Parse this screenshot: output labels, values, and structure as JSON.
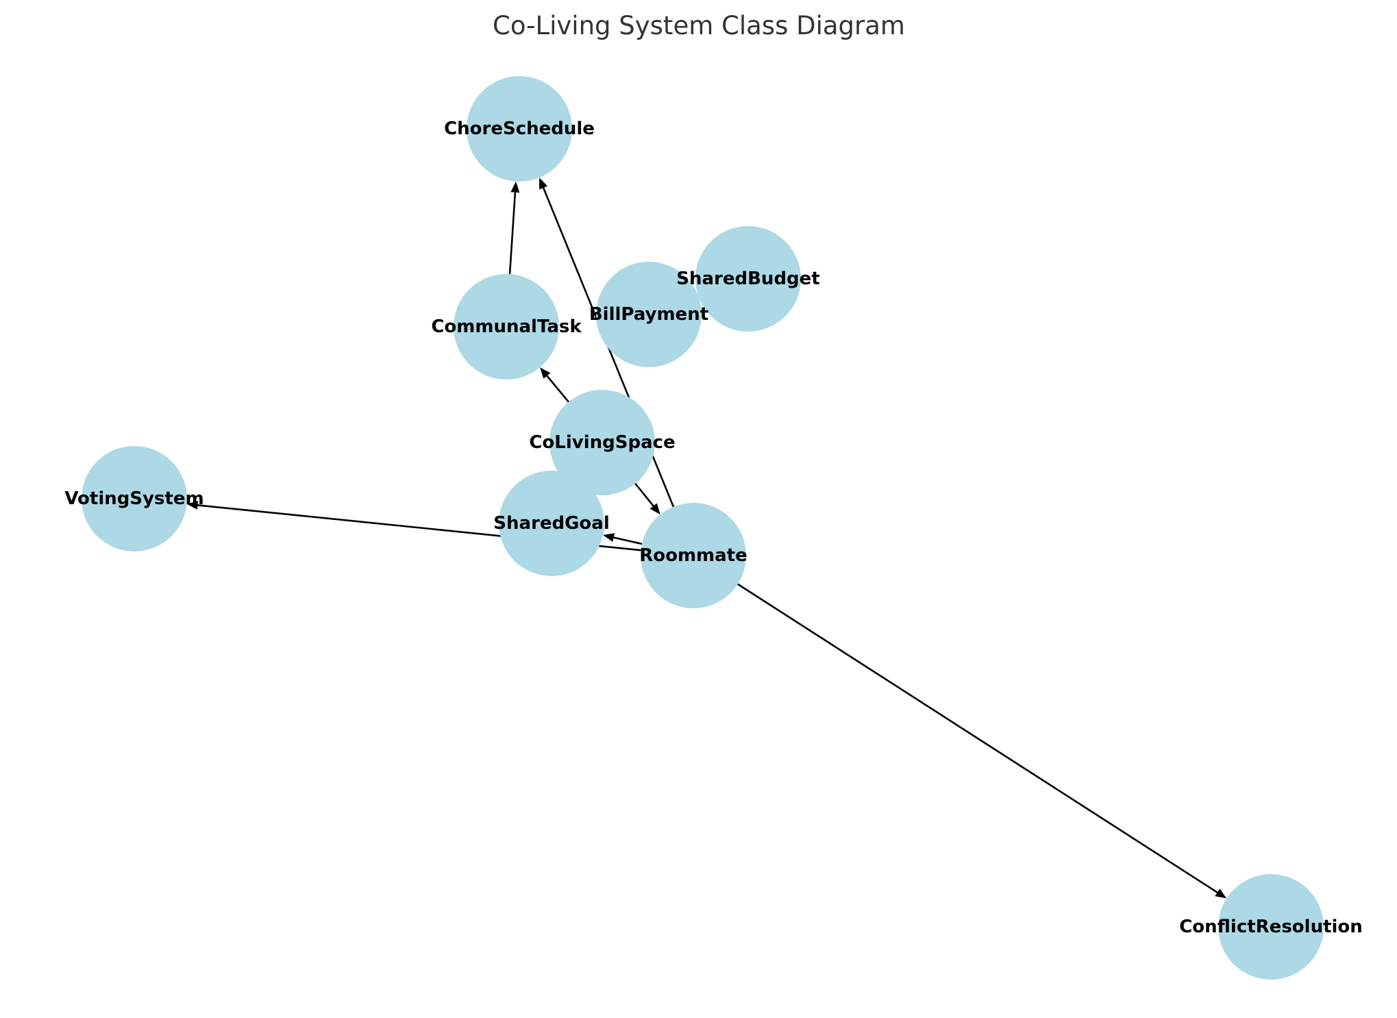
{
  "title": "Co-Living System Class Diagram",
  "colors": {
    "node_fill": "#add8e6",
    "edge": "#000000",
    "label": "#000000",
    "title": "#333333"
  },
  "nodes": [
    {
      "id": "ChoreSchedule",
      "label": "ChoreSchedule"
    },
    {
      "id": "SharedBudget",
      "label": "SharedBudget"
    },
    {
      "id": "BillPayment",
      "label": "BillPayment"
    },
    {
      "id": "CommunalTask",
      "label": "CommunalTask"
    },
    {
      "id": "CoLivingSpace",
      "label": "CoLivingSpace"
    },
    {
      "id": "VotingSystem",
      "label": "VotingSystem"
    },
    {
      "id": "SharedGoal",
      "label": "SharedGoal"
    },
    {
      "id": "Roommate",
      "label": "Roommate"
    },
    {
      "id": "ConflictResolution",
      "label": "ConflictResolution"
    }
  ],
  "edges": [
    {
      "from": "CommunalTask",
      "to": "ChoreSchedule"
    },
    {
      "from": "Roommate",
      "to": "ChoreSchedule"
    },
    {
      "from": "CoLivingSpace",
      "to": "CommunalTask"
    },
    {
      "from": "CoLivingSpace",
      "to": "Roommate"
    },
    {
      "from": "Roommate",
      "to": "SharedGoal"
    },
    {
      "from": "Roommate",
      "to": "VotingSystem"
    },
    {
      "from": "Roommate",
      "to": "ConflictResolution"
    }
  ]
}
